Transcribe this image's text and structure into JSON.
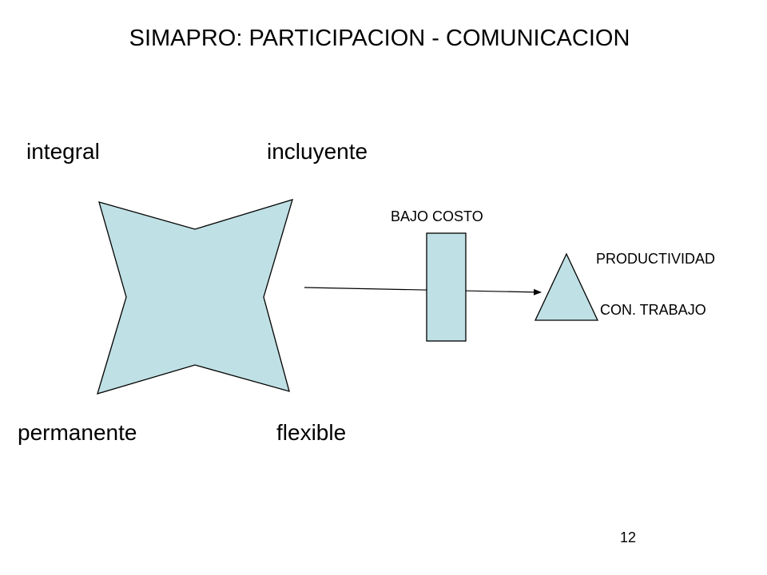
{
  "title": "SIMAPRO: PARTICIPACION - COMUNICACION",
  "corner_labels": {
    "top_left": "integral",
    "top_right": "incluyente",
    "bottom_left": "permanente",
    "bottom_right": "flexible"
  },
  "bar_label": "BAJO COSTO",
  "triangle_labels": {
    "top": "PRODUCTIVIDAD",
    "bottom": "CON. TRABAJO"
  },
  "page_number": "12",
  "colors": {
    "shape_fill": "#bfe0e4",
    "stroke": "#000000"
  }
}
